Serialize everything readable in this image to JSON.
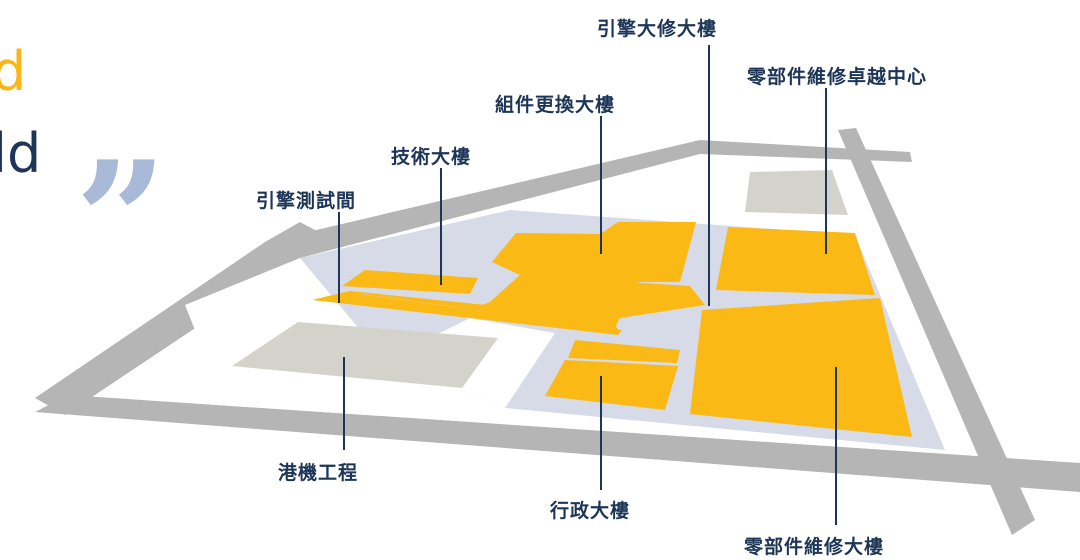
{
  "hero": {
    "line1": "d",
    "line2": "ld",
    "quote_glyph": "”"
  },
  "colors": {
    "building": "#fbb916",
    "site_fill": "#d6dbe7",
    "road": "#b5b5b5",
    "existing_lot": "#d4d3cb",
    "label_text": "#1d3557",
    "leader_line": "#1d3557",
    "accent_yellow": "#f7b719",
    "quote_mark": "#a9b9d8"
  },
  "site_plan": {
    "labels": {
      "engine_overhaul": "引擎大修大樓",
      "parts_center": "零部件維修卓越中心",
      "component_exchange": "組件更換大樓",
      "technical": "技術大樓",
      "engine_test": "引擎測試間",
      "harbor_machinery": "港機工程",
      "admin": "行政大樓",
      "parts_repair": "零部件維修大樓"
    }
  }
}
